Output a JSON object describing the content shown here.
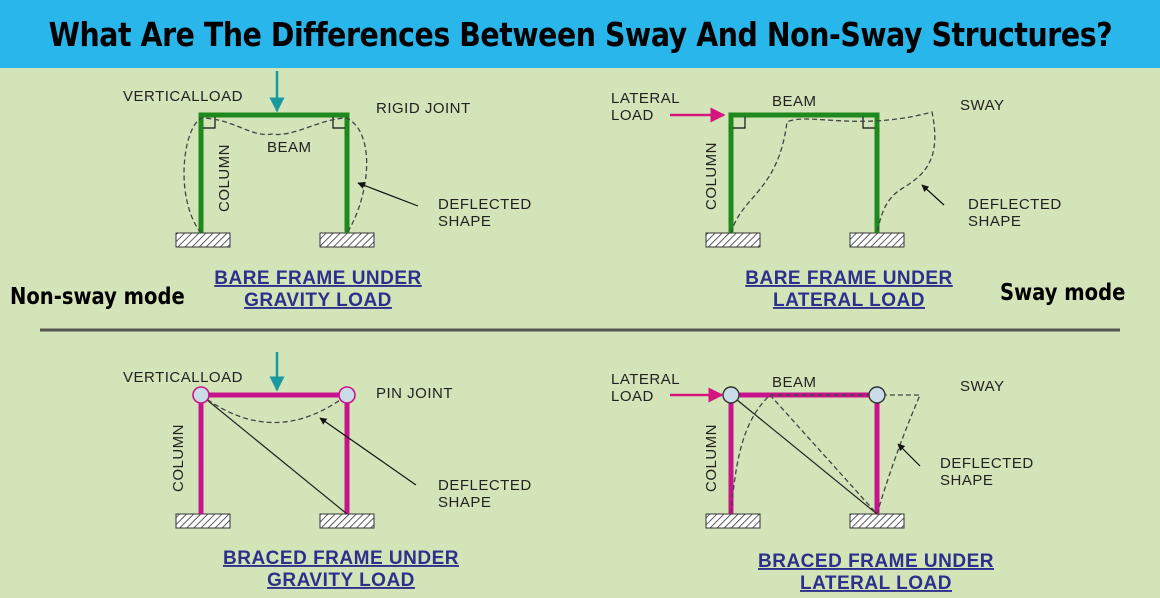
{
  "page": {
    "title": "What Are The Differences Between Sway And Non-Sway Structures?"
  },
  "modes": {
    "left": "Non-sway mode",
    "right": "Sway mode"
  },
  "panels": {
    "bare_gravity": {
      "load": "VERTICALLOAD",
      "joint": "RIGID JOINT",
      "beam": "BEAM",
      "column": "COLUMN",
      "deflected_1": "DEFLECTED",
      "deflected_2": "SHAPE",
      "caption_1": "BARE FRAME UNDER",
      "caption_2": "GRAVITY LOAD"
    },
    "bare_lateral": {
      "load_1": "LATERAL",
      "load_2": "LOAD",
      "beam": "BEAM",
      "sway": "SWAY",
      "column": "COLUMN",
      "deflected_1": "DEFLECTED",
      "deflected_2": "SHAPE",
      "caption_1": "BARE FRAME UNDER",
      "caption_2": "LATERAL LOAD"
    },
    "braced_gravity": {
      "load": "VERTICALLOAD",
      "joint": "PIN JOINT",
      "column": "COLUMN",
      "deflected_1": "DEFLECTED",
      "deflected_2": "SHAPE",
      "caption_1": "BRACED FRAME UNDER",
      "caption_2": "GRAVITY LOAD"
    },
    "braced_lateral": {
      "load_1": "LATERAL",
      "load_2": "LOAD",
      "beam": "BEAM",
      "sway": "SWAY",
      "column": "COLUMN",
      "deflected_1": "DEFLECTED",
      "deflected_2": "SHAPE",
      "caption_1": "BRACED FRAME UNDER",
      "caption_2": "LATERAL LOAD"
    }
  },
  "colors": {
    "banner": "#29b6ea",
    "background": "#d3e4b8",
    "bare_frame": "#1e8a1e",
    "braced_frame": "#c8148c",
    "vertical_arrow": "#1a9aa0",
    "lateral_arrow": "#d4157e",
    "caption": "#2d2f8c",
    "pin_joint": "#c9dce8"
  }
}
